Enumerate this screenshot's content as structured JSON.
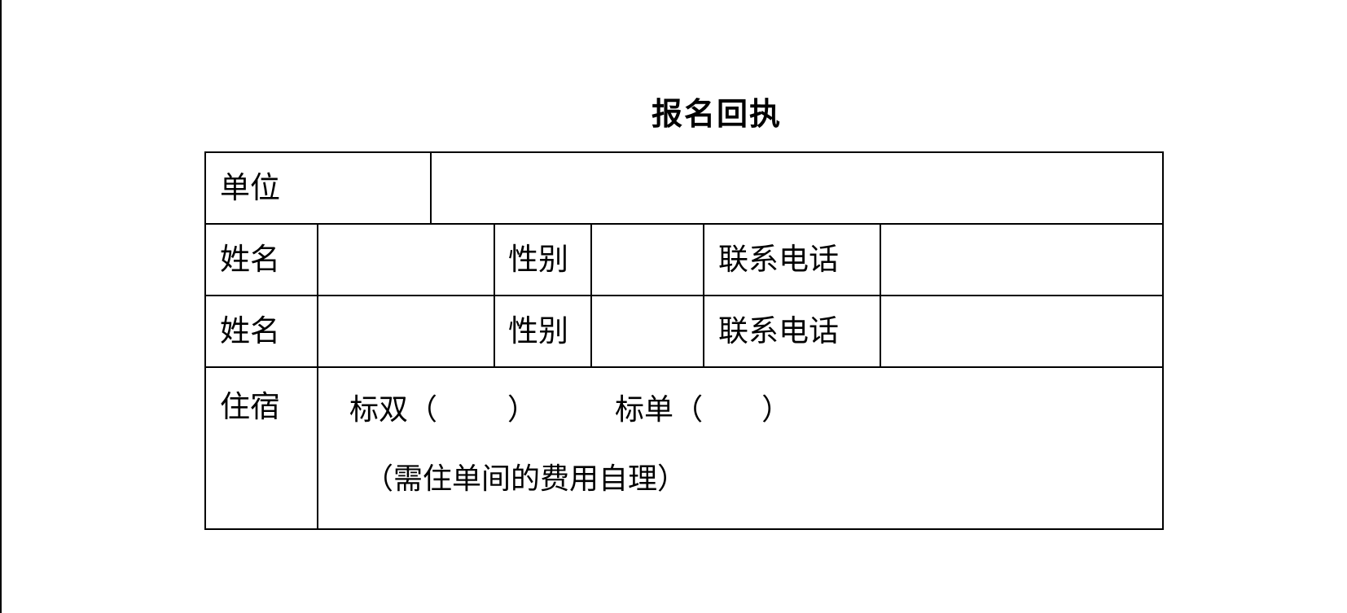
{
  "document": {
    "title": "报名回执"
  },
  "form": {
    "unit_label": "单位",
    "unit_value": "",
    "persons": [
      {
        "name_label": "姓名",
        "name_value": "",
        "gender_label": "性别",
        "gender_value": "",
        "phone_label": "联系电话",
        "phone_value": ""
      },
      {
        "name_label": "姓名",
        "name_value": "",
        "gender_label": "性别",
        "gender_value": "",
        "phone_label": "联系电话",
        "phone_value": ""
      }
    ],
    "stay": {
      "label": "住宿",
      "double_label": "标双",
      "double_open": "（",
      "double_close": "）",
      "single_label": "标单",
      "single_open": "（",
      "single_close": "）",
      "note": "（需住单间的费用自理）"
    }
  }
}
